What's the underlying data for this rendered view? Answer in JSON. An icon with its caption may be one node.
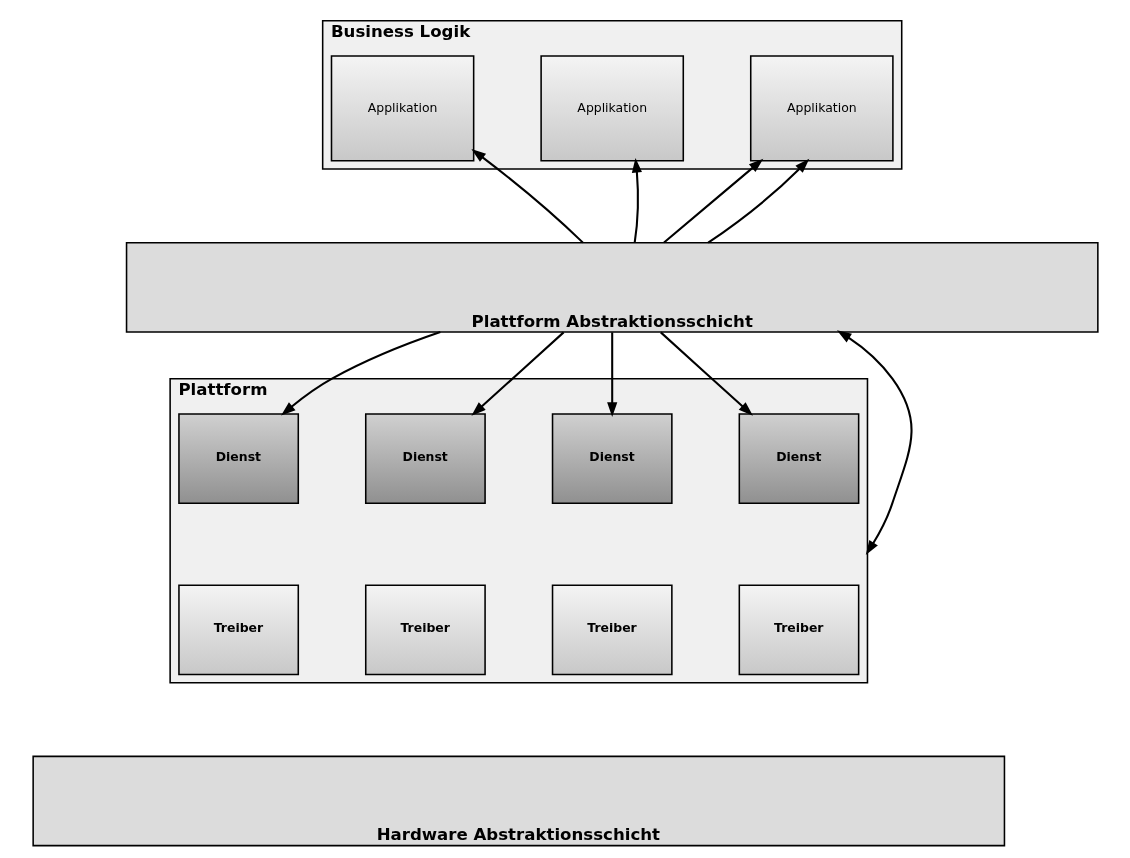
{
  "diagram": {
    "nodes": [
      {
        "text": [
          "Business Logik"
        ]
      },
      {
        "text": [
          "Applikation"
        ],
        "in": 0
      },
      {
        "text": [
          "Applikation"
        ],
        "in": 0
      },
      {
        "text": [
          "Applikation"
        ],
        "in": 0
      },
      {
        "text": [
          "Plattform Abstraktionsschicht"
        ]
      },
      {
        "text": [
          "Plattform"
        ]
      },
      {
        "text": [
          "Dienst"
        ],
        "in": 5
      },
      {
        "text": [
          "Dienst"
        ],
        "in": 5
      },
      {
        "text": [
          "Dienst"
        ],
        "in": 5
      },
      {
        "text": [
          "Dienst"
        ],
        "in": 5
      },
      {
        "text": [
          "Treiber"
        ],
        "in": 5
      },
      {
        "text": [
          "Treiber"
        ],
        "in": 5
      },
      {
        "text": [
          "Treiber"
        ],
        "in": 5
      },
      {
        "text": [
          "Treiber"
        ],
        "in": 5
      },
      {
        "text": [
          "Hardware Abstraktionsschicht"
        ]
      }
    ],
    "edges": [
      {
        "from": 4,
        "to": 1,
        "arrow": "to"
      },
      {
        "from": 4,
        "to": 1,
        "arrow": "to"
      },
      {
        "from": 4,
        "to": 2,
        "arrow": "to"
      },
      {
        "from": 4,
        "to": 3,
        "arrow": "to"
      },
      {
        "from": 4,
        "to": 5,
        "arrow": "both"
      },
      {
        "from": 4,
        "to": 6,
        "arrow": "to"
      },
      {
        "from": 4,
        "to": 7,
        "arrow": "to"
      },
      {
        "from": 4,
        "to": 8,
        "arrow": "to"
      },
      {
        "from": 4,
        "to": 9,
        "arrow": "to"
      }
    ]
  }
}
